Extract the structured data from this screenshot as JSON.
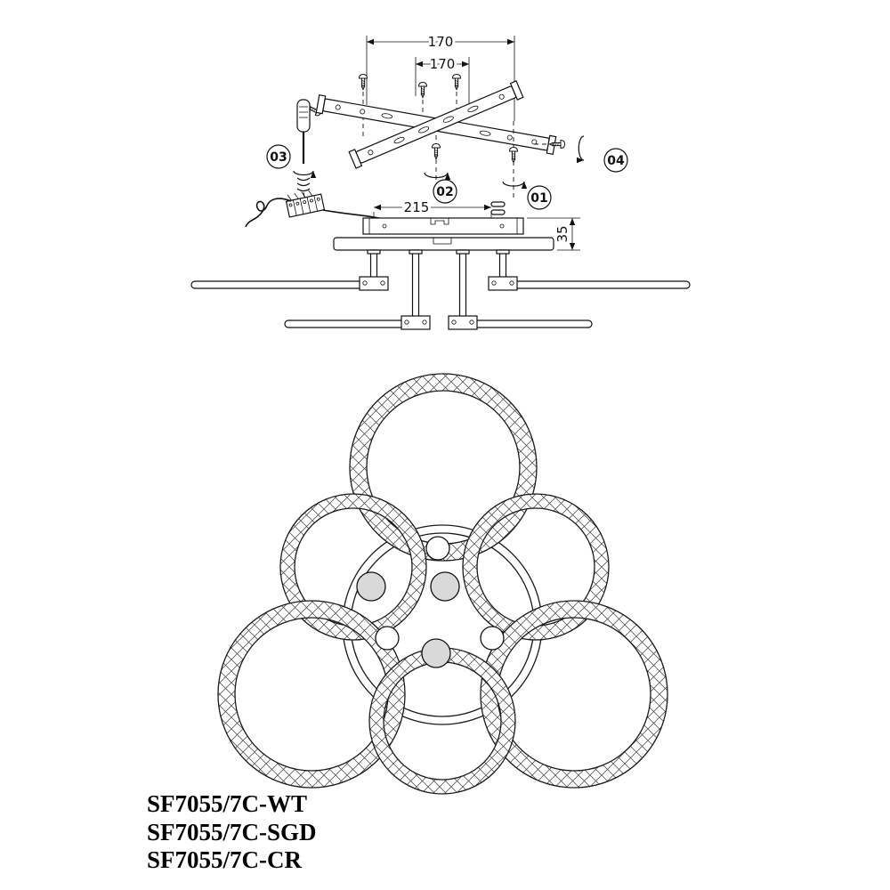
{
  "drawing": {
    "dims": {
      "bracket_span": "170",
      "bracket_inner": "170",
      "canopy_holes": "215",
      "canopy_height": "35"
    },
    "steps": [
      {
        "id": "01"
      },
      {
        "id": "02"
      },
      {
        "id": "03"
      },
      {
        "id": "04"
      }
    ],
    "models": [
      {
        "code": "SF7055/7C-WT"
      },
      {
        "code": "SF7055/7C-SGD"
      },
      {
        "code": "SF7055/7C-CR"
      }
    ]
  }
}
